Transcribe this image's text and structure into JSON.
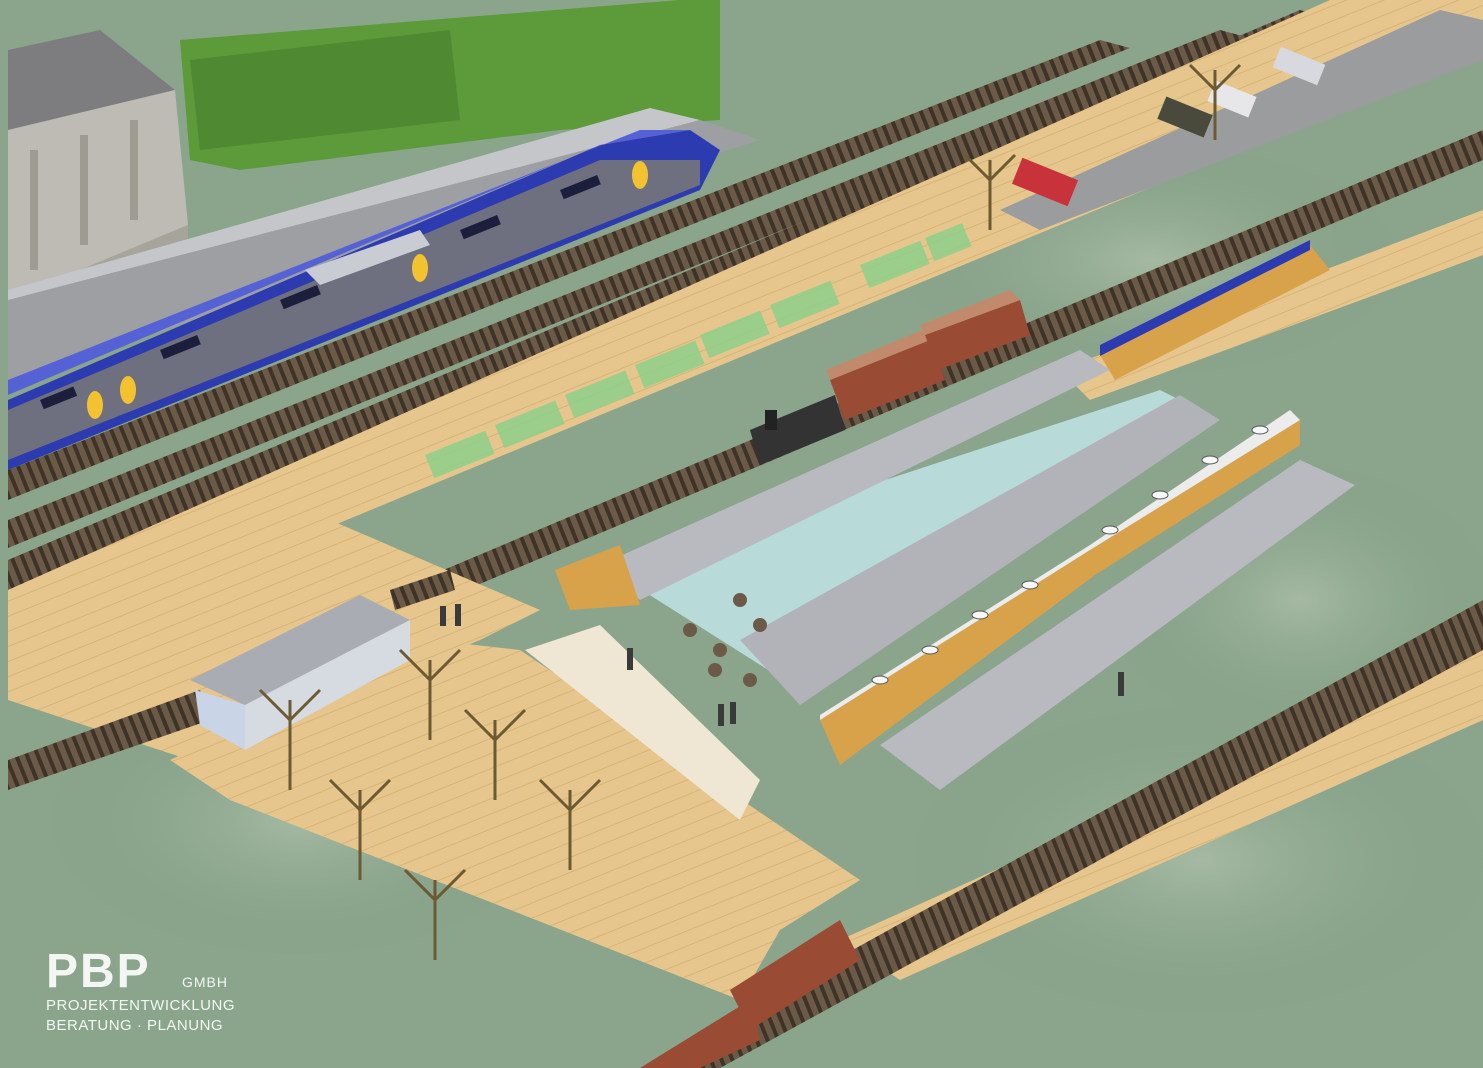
{
  "logo": {
    "main": "PBP",
    "suffix": "GMBH",
    "line1": "PROJEKTENTWICKLUNG",
    "line2": "BERATUNG · PLANUNG"
  },
  "colors": {
    "grass": "#8aa58c",
    "platform": "#e8c98f",
    "rail": "#6b5a48",
    "sleeper": "#4b3c2e",
    "roof": "#b8babf",
    "glass": "#bfe3e6",
    "blue_train": "#2c3bb0",
    "yellow_coach": "#d8a24a",
    "brown_coach": "#9a4b33",
    "hedge": "#5c9a3a"
  },
  "icons": [
    "tree-icon",
    "person-icon",
    "car-icon"
  ]
}
